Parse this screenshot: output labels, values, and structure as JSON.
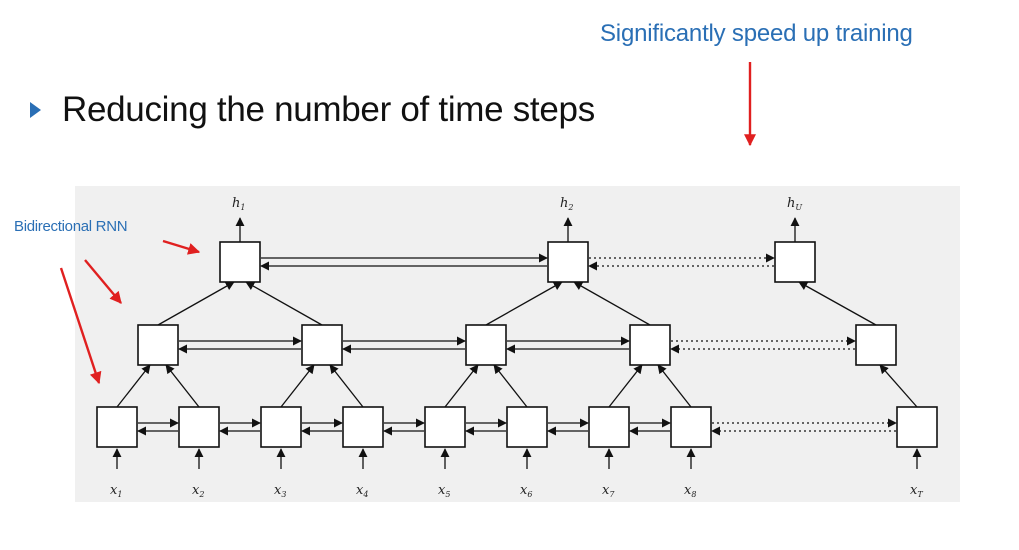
{
  "slide": {
    "bullet_text": "Reducing the number of time steps",
    "top_annotation": "Significantly speed up training",
    "left_annotation": "Bidirectional RNN",
    "accent_color": "#2a6fb5",
    "arrow_color": "#e02020",
    "bullet_icon": "triangle-right-icon"
  },
  "diagram": {
    "outputs": [
      {
        "base": "h",
        "sub": "1"
      },
      {
        "base": "h",
        "sub": "2"
      },
      {
        "base": "h",
        "sub": "U"
      }
    ],
    "inputs": [
      {
        "base": "x",
        "sub": "1"
      },
      {
        "base": "x",
        "sub": "2"
      },
      {
        "base": "x",
        "sub": "3"
      },
      {
        "base": "x",
        "sub": "4"
      },
      {
        "base": "x",
        "sub": "5"
      },
      {
        "base": "x",
        "sub": "6"
      },
      {
        "base": "x",
        "sub": "7"
      },
      {
        "base": "x",
        "sub": "8"
      },
      {
        "base": "x",
        "sub": "T"
      }
    ]
  }
}
